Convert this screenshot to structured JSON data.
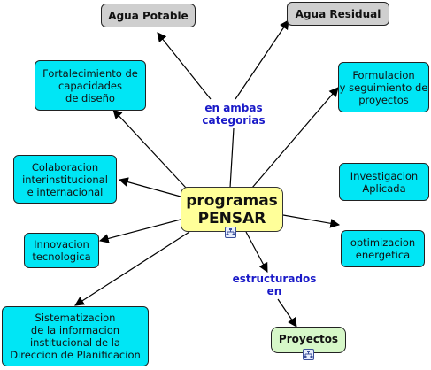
{
  "central": {
    "label": "programas\nPENSAR"
  },
  "nodes": {
    "agua_potable": "Agua Potable",
    "agua_residual": "Agua Residual",
    "fortalecimiento": "Fortalecimiento de\ncapacidades\nde diseño",
    "formulacion": "Formulacion\ny seguimiento de\nproyectos",
    "colaboracion": "Colaboracion\ninterinstitucional\ne internacional",
    "investigacion": "Investigacion\nAplicada",
    "innovacion": "Innovacion\ntecnologica",
    "optimizacion": "optimizacion\nenergetica",
    "sistematizacion": "Sistematizacion\nde la informacion\ninstitucional de la\nDireccion de Planificacion",
    "proyectos": "Proyectos"
  },
  "links": {
    "ambas": "en ambas\ncategorias",
    "estructurados": "estructurados\nen"
  },
  "icons": {
    "submap": "submap-icon"
  },
  "colors": {
    "concept": "#00e6f5",
    "category": "#cfcfcf",
    "central": "#ffff99",
    "result": "#d6f7c8",
    "link_text": "#1a1ac8"
  }
}
